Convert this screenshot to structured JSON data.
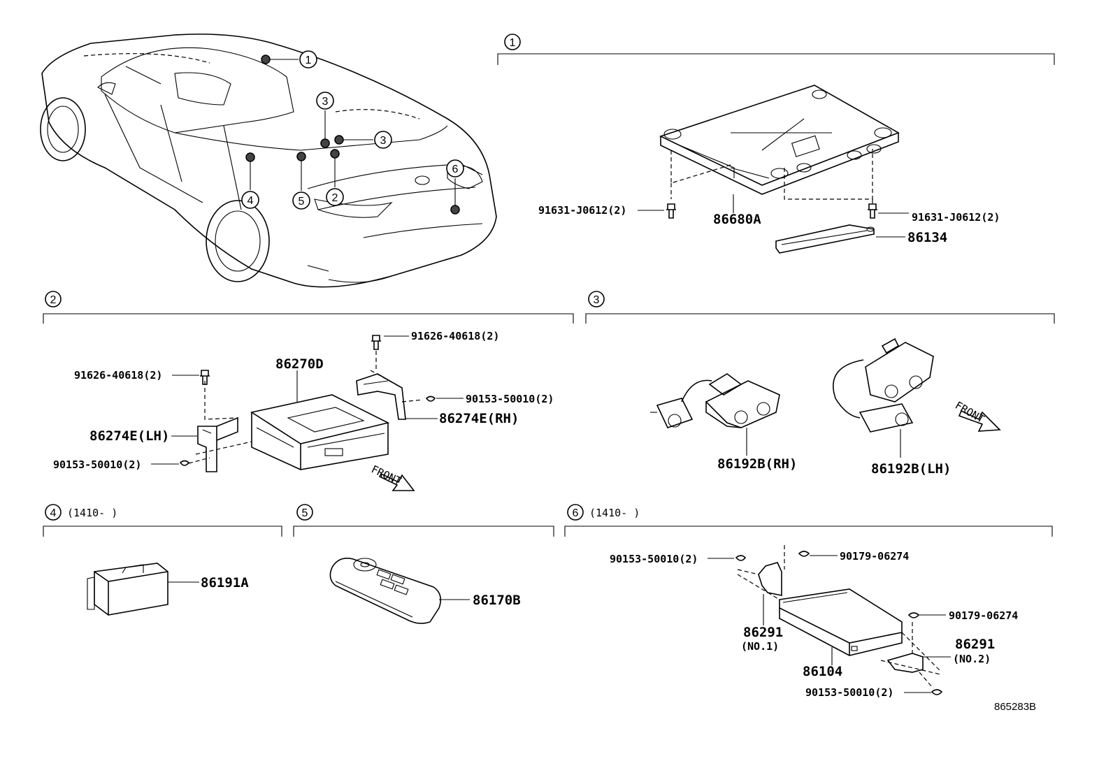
{
  "diagram": {
    "drawing_id": "865283B",
    "car_callouts": [
      "1",
      "3",
      "3",
      "2",
      "4",
      "5",
      "6"
    ],
    "sections": [
      {
        "id": "1",
        "note": "",
        "parts": [
          "86680A",
          "86134",
          "91631-J0612(2)",
          "91631-J0612(2)"
        ]
      },
      {
        "id": "2",
        "note": "",
        "parts": [
          "86270D",
          "91626-40618(2)",
          "91626-40618(2)",
          "90153-50010(2)",
          "90153-50010(2)",
          "86274E(LH)",
          "86274E(RH)"
        ],
        "arrow_label": "FRONT"
      },
      {
        "id": "3",
        "note": "",
        "parts": [
          "86192B(RH)",
          "86192B(LH)"
        ],
        "arrow_label": "FRONT"
      },
      {
        "id": "4",
        "note": "(1410-      )",
        "parts": [
          "86191A"
        ]
      },
      {
        "id": "5",
        "note": "",
        "parts": [
          "86170B"
        ]
      },
      {
        "id": "6",
        "note": "(1410-      )",
        "parts": [
          "90153-50010(2)",
          "90179-06274",
          "90179-06274",
          "86291",
          "(NO.1)",
          "86104",
          "86291",
          "(NO.2)",
          "90153-50010(2)"
        ]
      }
    ]
  }
}
